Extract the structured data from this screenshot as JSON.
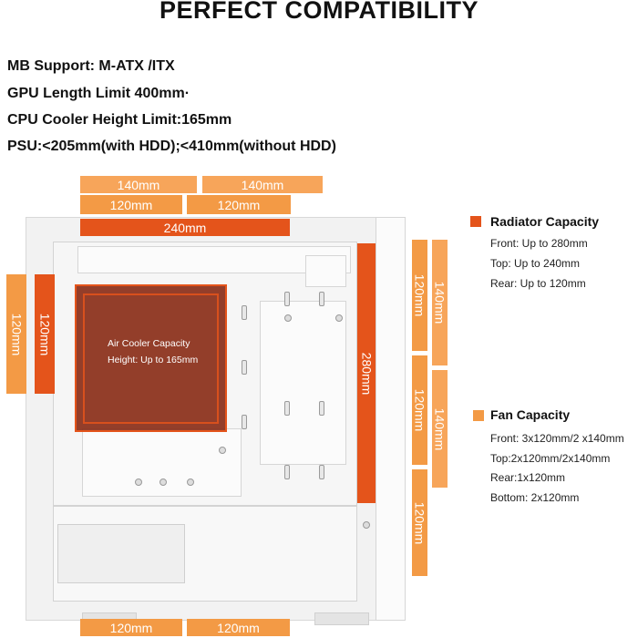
{
  "title": "PERFECT COMPATIBILITY",
  "specs": {
    "mb": "MB Support: M-ATX /ITX",
    "gpu": "GPU Length Limit 400mm·",
    "cpu": "CPU Cooler Height Limit:165mm",
    "psu": "PSU:<205mm(with HDD);<410mm(without HDD)"
  },
  "dims": {
    "top_140_left": "140mm",
    "top_140_right": "140mm",
    "top_120_left": "120mm",
    "top_120_right": "120mm",
    "top_240": "240mm",
    "rear_fan_120": "120mm",
    "rear_rad_120": "120mm",
    "front_rad_280": "280mm",
    "front_col1_top": "120mm",
    "front_col1_mid": "120mm",
    "front_col1_bot": "120mm",
    "front_col2_top": "140mm",
    "front_col2_mid": "140mm",
    "bottom_left": "120mm",
    "bottom_right": "120mm"
  },
  "cooler": {
    "line1": "Air Cooler Capacity",
    "line2": "Height: Up to 165mm"
  },
  "radiator": {
    "title": "Radiator Capacity",
    "color": "#e4541b",
    "items": [
      "Front: Up to 280mm",
      "Top: Up to 240mm",
      "Rear: Up to 120mm"
    ]
  },
  "fan": {
    "title": "Fan Capacity",
    "color": "#f39a45",
    "items": [
      "Front: 3x120mm/2 x140mm",
      "Top:2x120mm/2x140mm",
      "Rear:1x120mm",
      "Bottom: 2x120mm"
    ]
  }
}
